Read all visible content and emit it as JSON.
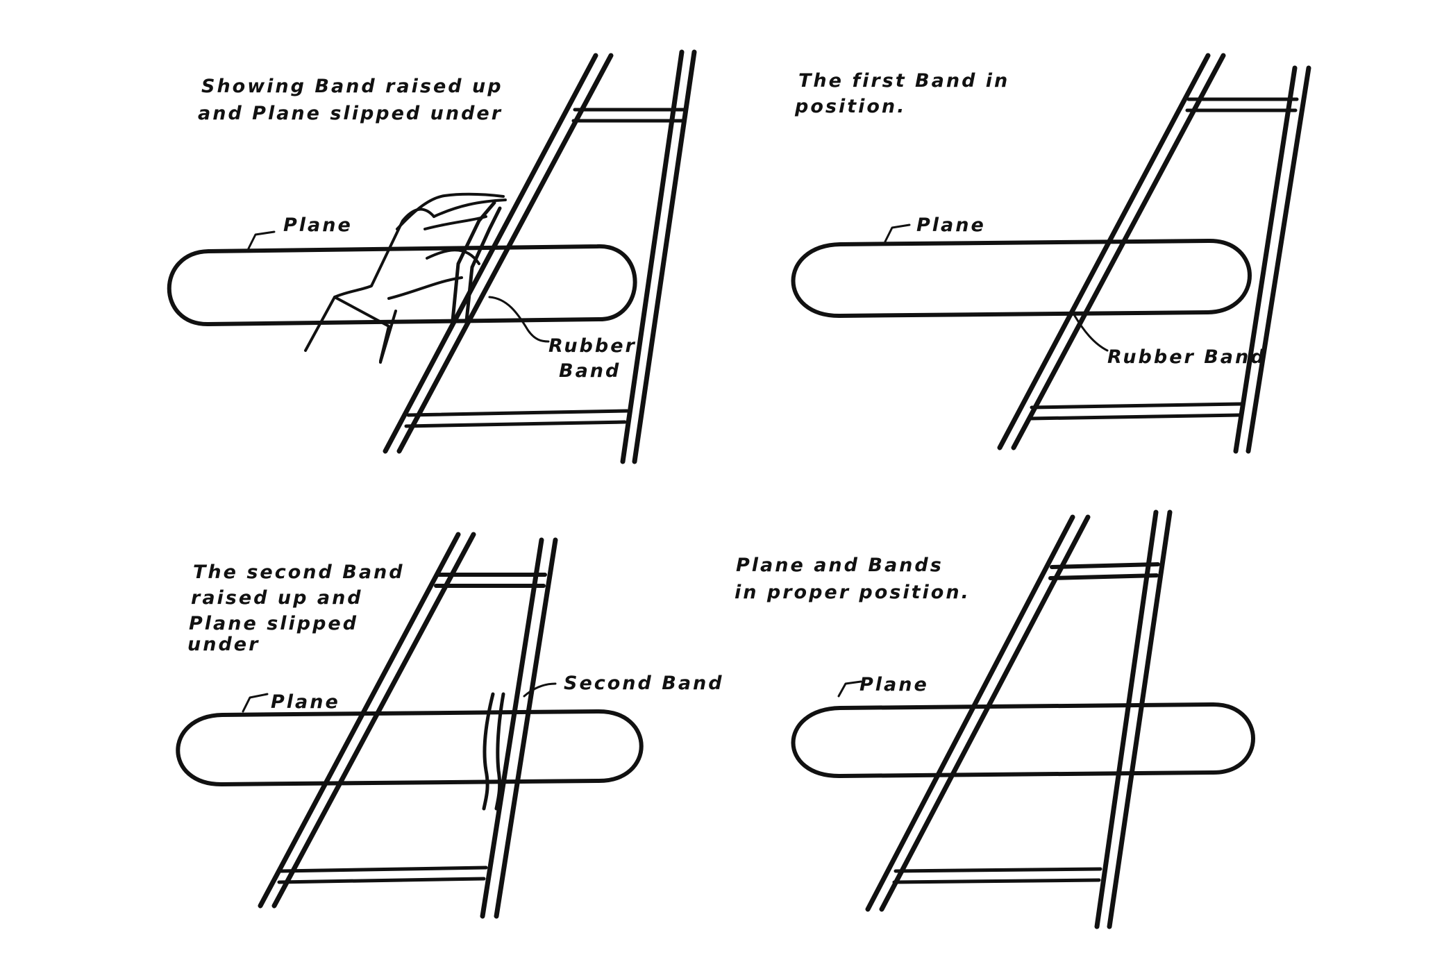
{
  "panels": [
    {
      "caption": [
        "Showing Band raised up",
        "and Plane slipped under"
      ],
      "plane_label": "Plane",
      "band_label": [
        "Rubber",
        "Band"
      ]
    },
    {
      "caption": [
        "The first Band in",
        "position."
      ],
      "plane_label": "Plane",
      "band_label": [
        "Rubber Band"
      ]
    },
    {
      "caption": [
        "The second Band",
        "raised up and",
        "Plane slipped",
        "under"
      ],
      "plane_label": "Plane",
      "band_label": [
        "Second Band"
      ]
    },
    {
      "caption": [
        "Plane and Bands",
        "in proper position."
      ],
      "plane_label": "Plane"
    }
  ]
}
